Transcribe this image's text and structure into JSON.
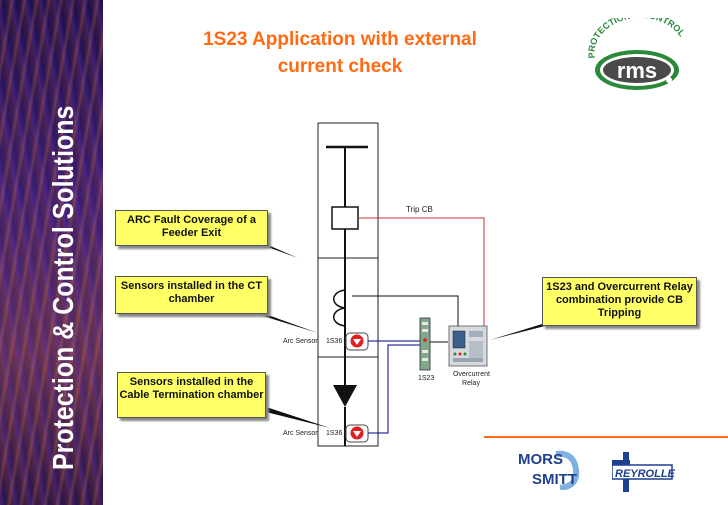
{
  "sidebar": {
    "text": "Protection & Control Solutions"
  },
  "title": {
    "line1": "1S23 Application with external",
    "line2": "current check"
  },
  "logo": {
    "arc_text": "PROTECTION & CONTROL",
    "name": "rms"
  },
  "callouts": {
    "arc_fault": "ARC Fault Coverage of a Feeder Exit",
    "ct_chamber": "Sensors installed in the CT chamber",
    "cable_term": "Sensors installed in the Cable Termination chamber",
    "relay_combo": "1S23 and Overcurrent Relay combination provide CB Tripping"
  },
  "labels": {
    "trip_cb": "Trip CB",
    "arc_sensor_1": "Arc Sensor",
    "sensor_code_1": "1S36",
    "arc_sensor_2": "Arc Sensor",
    "sensor_code_2": "1S36",
    "unit_1s23": "1S23",
    "overcurrent": "Overcurrent",
    "relay": "Relay"
  },
  "footer": {
    "mors": "MORS",
    "smitt": "SMITT",
    "reyrolle": "REYROLLE"
  },
  "colors": {
    "title": "#ff6a13",
    "callout_fill": "#ffff66",
    "wire": "#00008b",
    "sensor_red": "#e02020",
    "logo_green": "#2a8a3a"
  }
}
